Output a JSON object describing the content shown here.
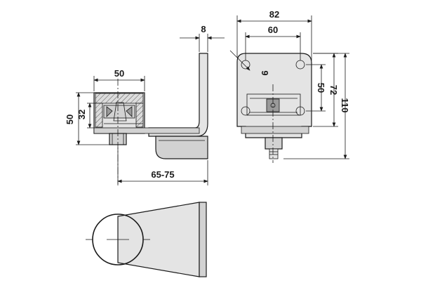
{
  "dimensions": {
    "top_left_width": "8",
    "overall_width": "82",
    "hole_spacing_width": "60",
    "hole_diameter": "9",
    "hole_spacing_height": "50",
    "plate_height": "72",
    "overall_height": "110",
    "bracket_width": "50",
    "side_height": "50",
    "inner_height": "32",
    "reach_range": "65-75"
  }
}
